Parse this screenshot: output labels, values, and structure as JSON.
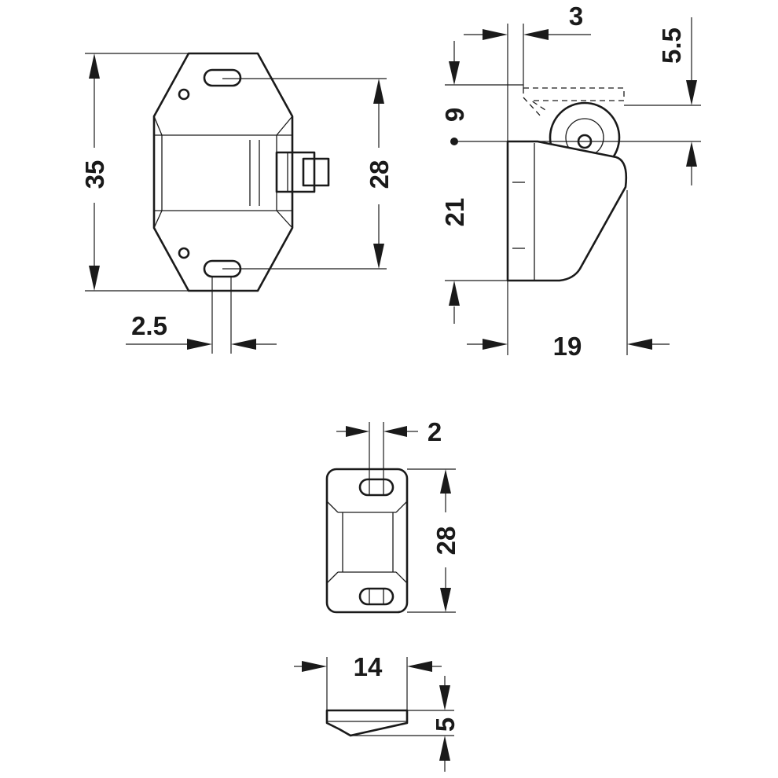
{
  "dimensions": {
    "catch_height": "35",
    "catch_hole_spacing": "28",
    "catch_slot_width": "2.5",
    "side_top_offset": "3",
    "side_roller_offset": "5.5",
    "side_roller_center": "9",
    "side_body_height": "21",
    "side_depth": "19",
    "plate_slot_width": "2",
    "plate_hole_spacing": "28",
    "plate_width": "14",
    "plate_thickness": "5"
  },
  "colors": {
    "line": "#1a1a1a",
    "background": "#ffffff"
  }
}
